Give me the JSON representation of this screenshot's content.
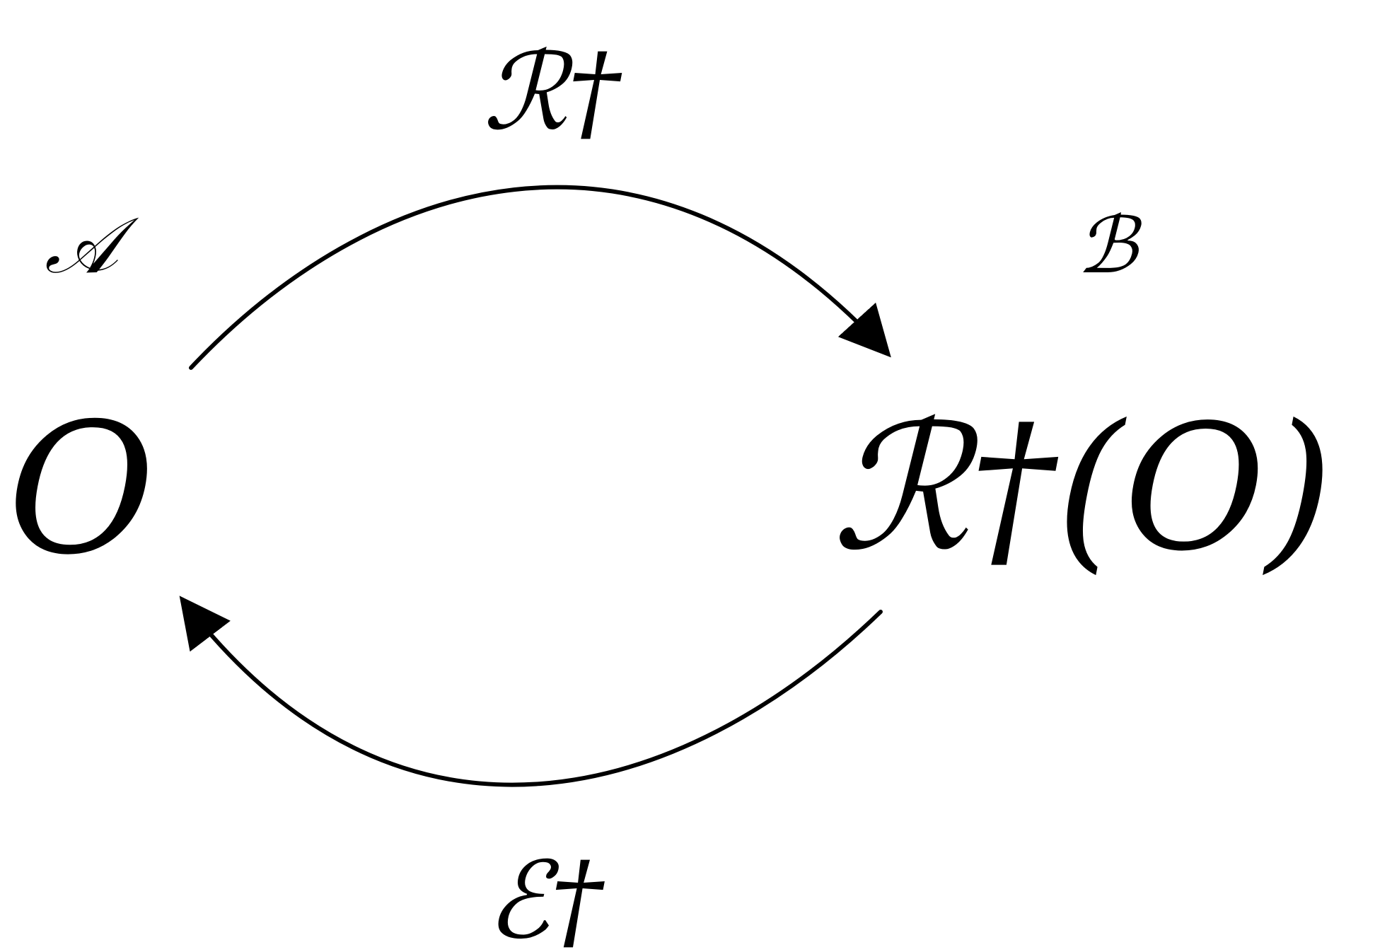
{
  "diagram": {
    "nodes": {
      "left": {
        "space_label": "𝒜",
        "object_label": "O"
      },
      "right": {
        "space_label": "ℬ",
        "object_label": "ℛ†(O)"
      }
    },
    "edges": {
      "top": {
        "label": "ℛ†",
        "direction": "left-to-right"
      },
      "bottom": {
        "label": "ℰ†",
        "direction": "right-to-left"
      }
    },
    "colors": {
      "stroke": "#000000",
      "text": "#000000",
      "background": "#ffffff"
    }
  }
}
